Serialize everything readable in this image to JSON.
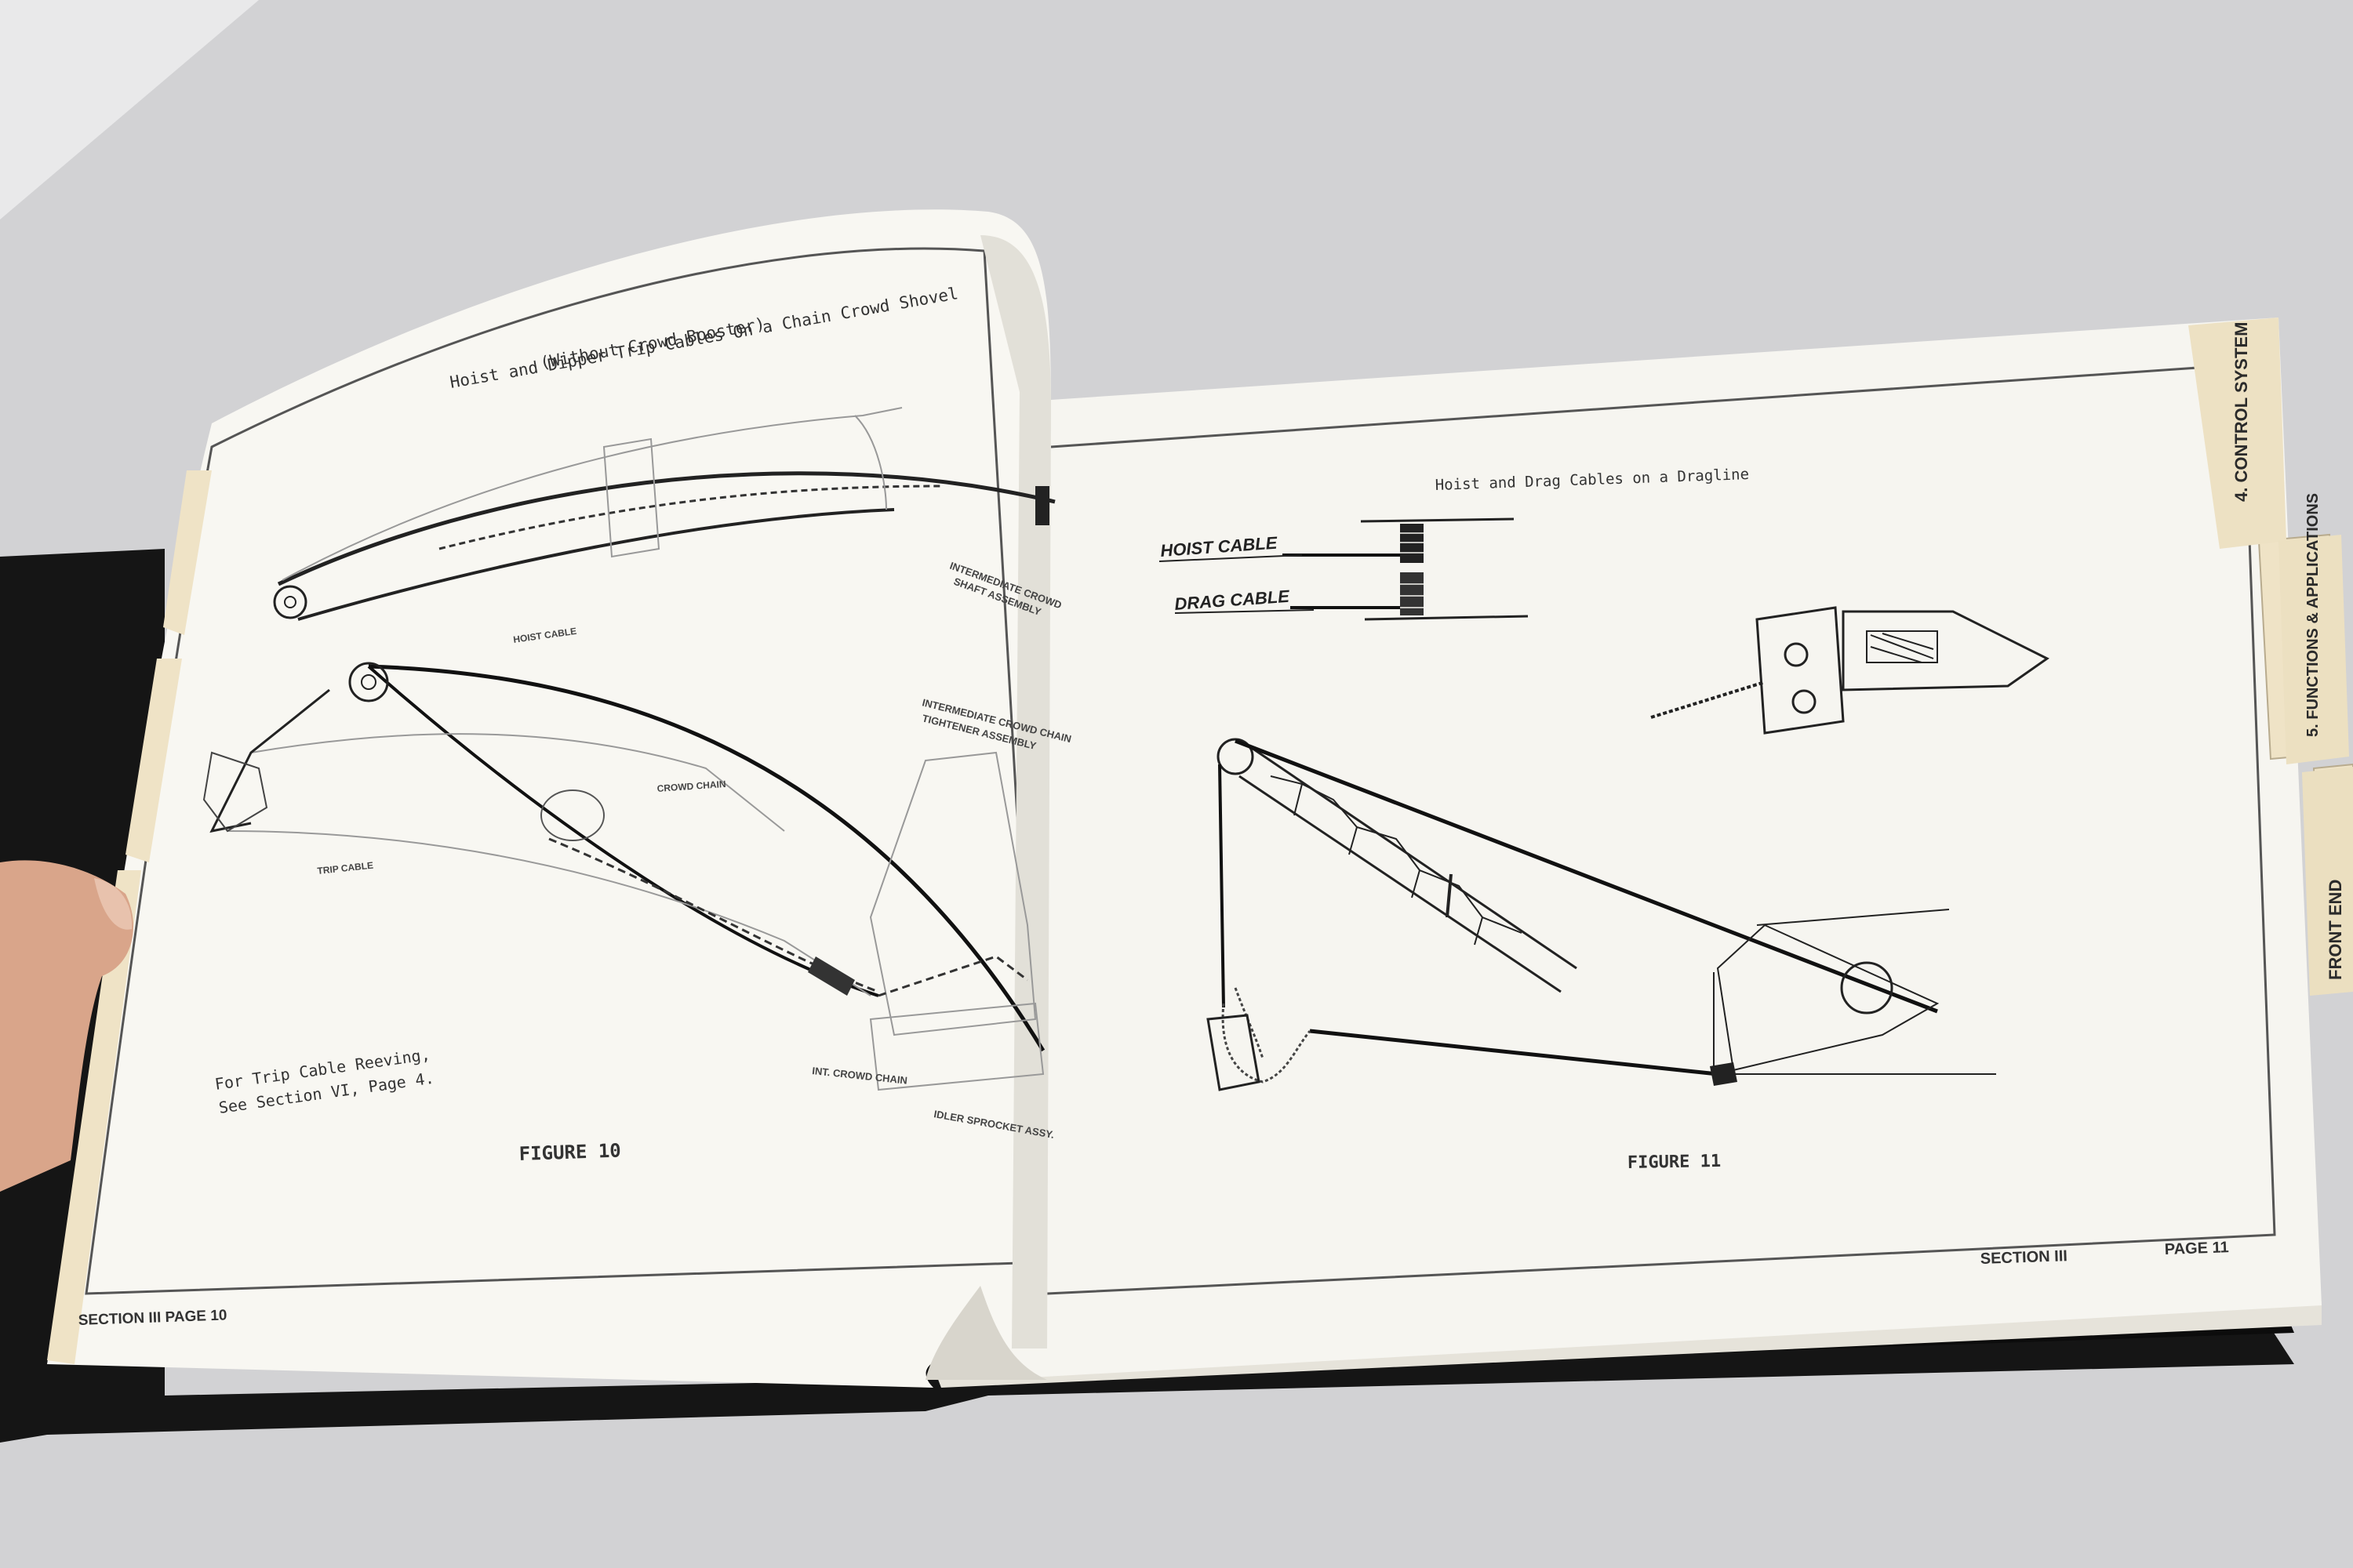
{
  "left_page": {
    "title_line1": "Hoist and Dipper Trip Cables On a Chain Crowd Shovel",
    "title_line2": "(Without Crowd Booster)",
    "labels": {
      "hoist_cable": "HOIST CABLE",
      "crowd_chain": "CROWD CHAIN",
      "trip_cable": "TRIP CABLE",
      "intermediate_shaft": "INTERMEDIATE CROWD",
      "intermediate_shaft_2": "SHAFT ASSEMBLY",
      "intermediate_tightener": "INTERMEDIATE CROWD CHAIN",
      "intermediate_tightener_2": "TIGHTENER ASSEMBLY",
      "int_crowd_chain": "INT. CROWD CHAIN",
      "idler_sprocket": "IDLER SPROCKET ASSY."
    },
    "note_line1": "For Trip Cable Reeving,",
    "note_line2": "See Section VI, Page 4.",
    "figure": "FIGURE 10",
    "footer": "SECTION III  PAGE 10"
  },
  "right_page": {
    "title": "Hoist and Drag Cables on a Dragline",
    "labels": {
      "hoist_cable": "HOIST CABLE",
      "drag_cable": "DRAG CABLE"
    },
    "figure": "FIGURE 11",
    "footer_section": "SECTION III",
    "footer_page": "PAGE 11"
  },
  "tabs": [
    {
      "label": "4. CONTROL SYSTEM"
    },
    {
      "label": "5. FUNCTIONS & APPLICATIONS"
    },
    {
      "label": "FRONT END"
    }
  ],
  "colors": {
    "table": "#d0d0d2",
    "paper": "#f7f6f1",
    "tab": "#efe3c6",
    "cover": "#151515",
    "skin": "#d9a58a"
  }
}
